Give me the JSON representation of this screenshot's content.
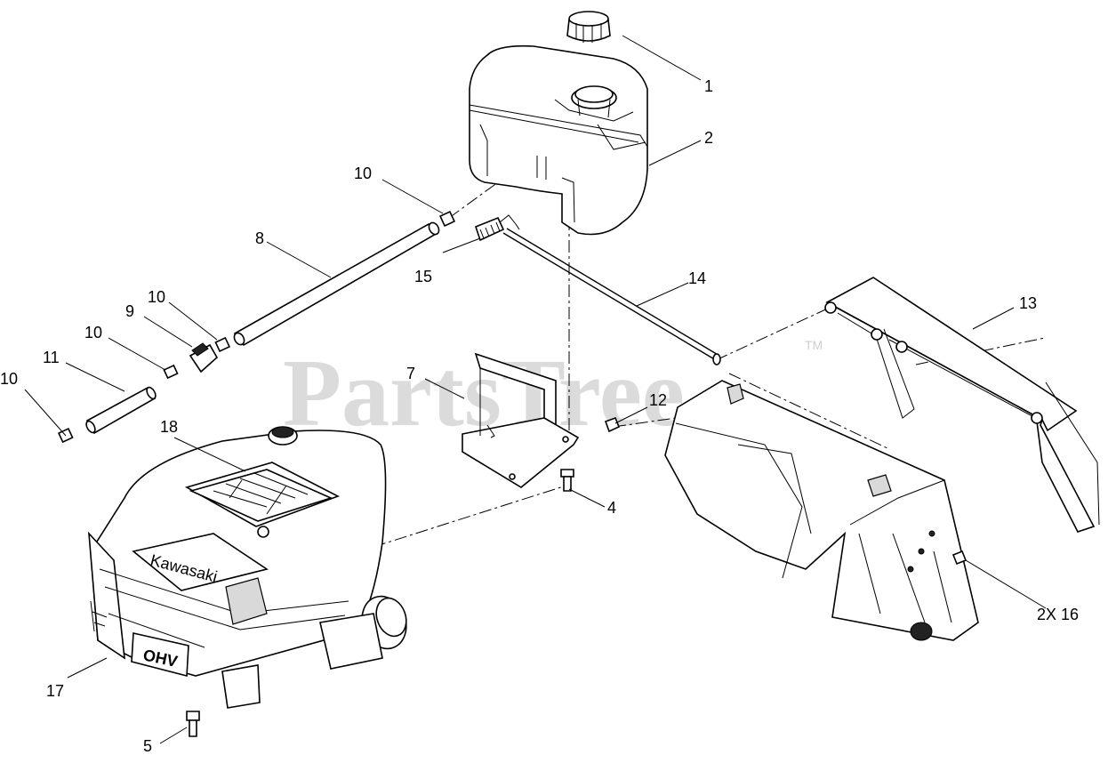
{
  "watermark": {
    "text": "PartsTree",
    "trademark": "TM"
  },
  "callouts": {
    "c1": "1",
    "c2": "2",
    "c4": "4",
    "c5": "5",
    "c7": "7",
    "c8": "8",
    "c9": "9",
    "c10a": "10",
    "c10b": "10",
    "c10c": "10",
    "c10d": "10",
    "c11": "11",
    "c12": "12",
    "c13": "13",
    "c14": "14",
    "c15": "15",
    "c16": "2X 16",
    "c17": "17",
    "c18": "18"
  },
  "engine_badges": {
    "brand": "Kawasaki",
    "ohv": "OHV"
  }
}
